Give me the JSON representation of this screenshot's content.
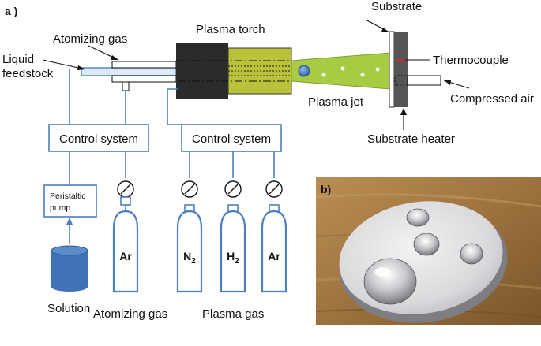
{
  "panel_labels": {
    "a": "a )",
    "b": "b)"
  },
  "labels": {
    "atomizing_gas_top": "Atomizing gas",
    "liquid": "Liquid",
    "feedstock": "feedstock",
    "plasma_torch": "Plasma torch",
    "substrate": "Substrate",
    "thermocouple": "Thermocouple",
    "plasma_jet": "Plasma jet",
    "compressed_air": "Compressed air",
    "substrate_heater": "Substrate heater",
    "control_system_left": "Control system",
    "control_system_right": "Control system",
    "peristaltic": "Peristaltic",
    "pump": "pump",
    "solution": "Solution",
    "atomizing_gas_bottom": "Atomizing gas",
    "plasma_gas": "Plasma gas"
  },
  "cylinders": [
    {
      "id": "ar-atomizing",
      "gas": "Ar",
      "sub": ""
    },
    {
      "id": "n2",
      "gas": "N",
      "sub": "2"
    },
    {
      "id": "h2",
      "gas": "H",
      "sub": "2"
    },
    {
      "id": "ar-plasma",
      "gas": "Ar",
      "sub": ""
    }
  ],
  "colors": {
    "pipe": "#4d7fbf",
    "solution": "#3f73b5",
    "torch": "#2b2b2b",
    "nozzle": "#b9c23a",
    "jet": "#a7cc44",
    "substrate_plate": "#555555",
    "thermocouple": "#e0202a"
  }
}
